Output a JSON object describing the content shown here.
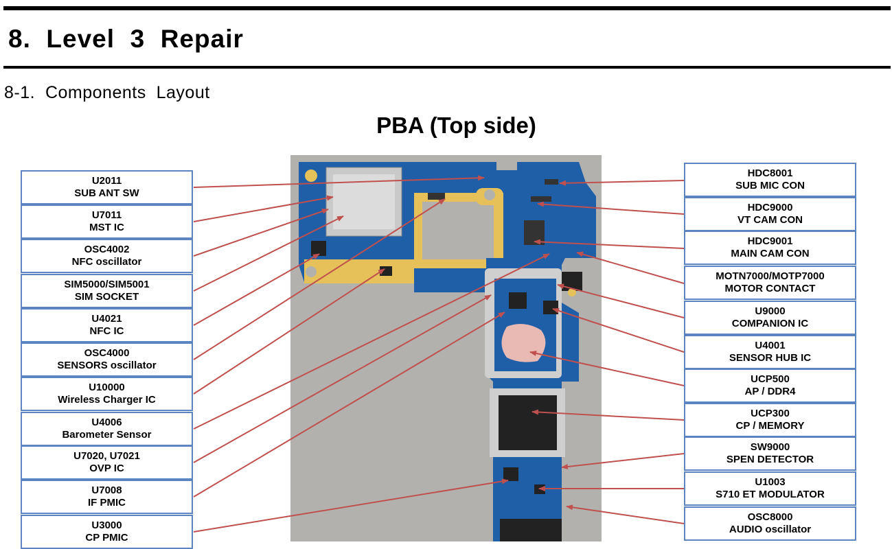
{
  "heading": "8.  Level  3  Repair",
  "subheading": "8-1.  Components  Layout",
  "figure_title": "PBA (Top side)",
  "colors": {
    "box_border": "#5b84c0",
    "leader": "#c0504d",
    "board_blue": "#1f5fa8",
    "board_yellow": "#e6c15a"
  },
  "left_labels": [
    {
      "ref": "U2011",
      "desc": "SUB  ANT  SW"
    },
    {
      "ref": "U7011",
      "desc": "MST IC"
    },
    {
      "ref": "OSC4002",
      "desc": "NFC  oscillator"
    },
    {
      "ref": "SIM5000/SIM5001",
      "desc": "SIM SOCKET"
    },
    {
      "ref": "U4021",
      "desc": "NFC  IC"
    },
    {
      "ref": "OSC4000",
      "desc": "SENSORS  oscillator"
    },
    {
      "ref": "U10000",
      "desc": "Wireless Charger IC"
    },
    {
      "ref": "U4006",
      "desc": "Barometer Sensor"
    },
    {
      "ref": "U7020, U7021",
      "desc": "OVP IC"
    },
    {
      "ref": "U7008",
      "desc": "IF PMIC"
    },
    {
      "ref": "U3000",
      "desc": "CP PMIC"
    }
  ],
  "right_labels": [
    {
      "ref": "HDC8001",
      "desc": "SUB  MIC  CON"
    },
    {
      "ref": "HDC9000",
      "desc": "VT CAM CON"
    },
    {
      "ref": "HDC9001",
      "desc": "MAIN CAM  CON"
    },
    {
      "ref": "MOTN7000/MOTP7000",
      "desc": "MOTOR CONTACT"
    },
    {
      "ref": "U9000",
      "desc": "COMPANION  IC"
    },
    {
      "ref": "U4001",
      "desc": "SENSOR  HUB IC"
    },
    {
      "ref": "UCP500",
      "desc": "AP / DDR4"
    },
    {
      "ref": "UCP300",
      "desc": "CP / MEMORY"
    },
    {
      "ref": "SW9000",
      "desc": "SPEN DETECTOR"
    },
    {
      "ref": "U1003",
      "desc": "S710 ET MODULATOR"
    },
    {
      "ref": "OSC8000",
      "desc": "AUDIO  oscillator"
    }
  ]
}
